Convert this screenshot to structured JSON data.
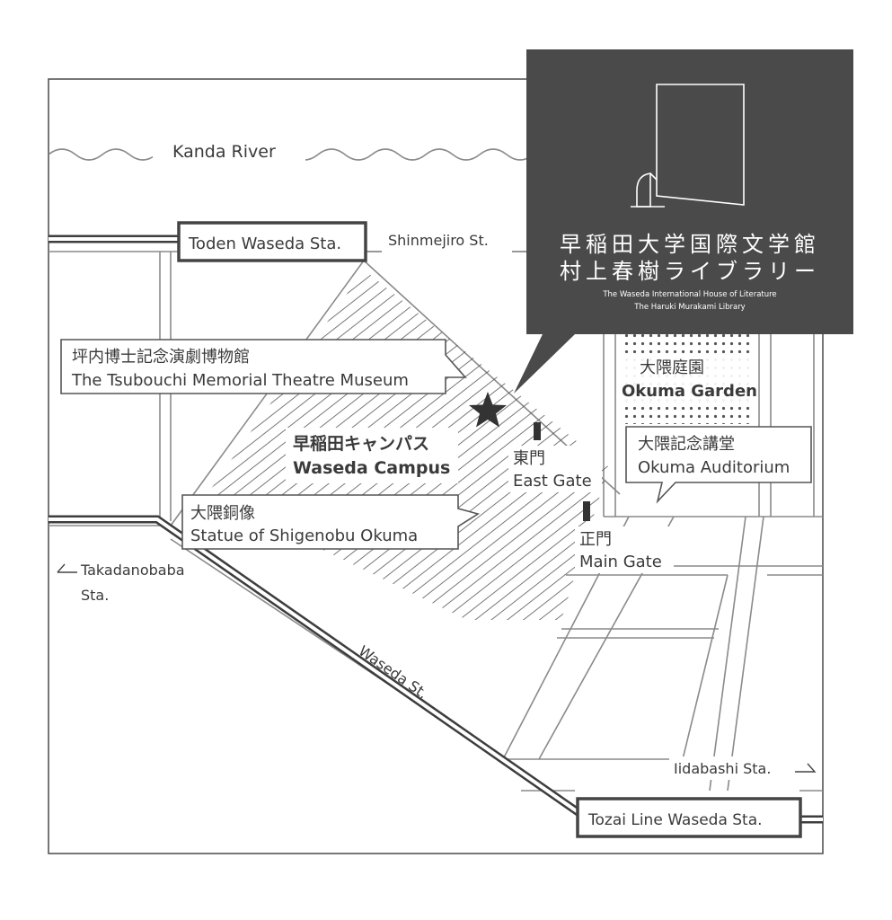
{
  "river": {
    "label": "Kanda River"
  },
  "streets": {
    "shinmejiro": "Shinmejiro St.",
    "waseda": "Waseda St."
  },
  "stations": {
    "toden": "Toden Waseda Sta.",
    "tozai": "Tozai Line Waseda Sta.",
    "takadanobaba_line1": "Takadanobaba",
    "takadanobaba_line2": "Sta.",
    "iidabashi": "Iidabashi Sta."
  },
  "library": {
    "title_ja_line1": "早稲田大学国際文学館",
    "title_ja_line2": "村上春樹ライブラリー",
    "title_en_line1": "The Waseda International House of Literature",
    "title_en_line2": "The Haruki Murakami Library",
    "logo": "library-door-logo-icon"
  },
  "landmarks": {
    "tsubouchi_ja": "坪内博士記念演劇博物館",
    "tsubouchi_en": "The Tsubouchi Memorial Theatre Museum",
    "campus_ja": "早稲田キャンパス",
    "campus_en": "Waseda Campus",
    "statue_ja": "大隈銅像",
    "statue_en": "Statue of Shigenobu Okuma",
    "east_gate_ja": "東門",
    "east_gate_en": "East Gate",
    "main_gate_ja": "正門",
    "main_gate_en": "Main Gate",
    "garden_ja": "大隈庭園",
    "garden_en": "Okuma Garden",
    "auditorium_ja": "大隈記念講堂",
    "auditorium_en": "Okuma Auditorium"
  },
  "colors": {
    "panel": "#4a4a4a",
    "panel_text": "#ffffff",
    "road": "#8a8a8a",
    "rail": "#3d3d3d"
  }
}
